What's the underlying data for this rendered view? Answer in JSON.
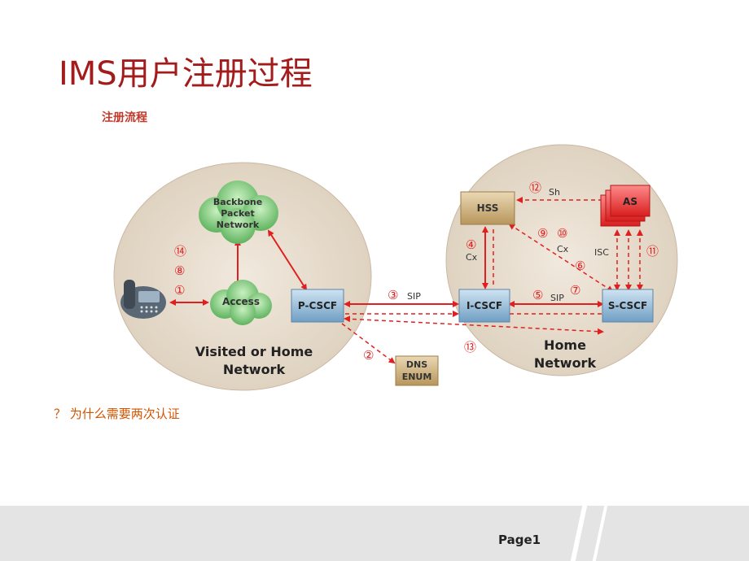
{
  "slide": {
    "title": "IMS用户注册过程",
    "subtitle": "注册流程",
    "question": "？ 为什么需要两次认证",
    "page_label": "Page1"
  },
  "diagram": {
    "visited_network": {
      "line1": "Visited or Home",
      "line2": "Network"
    },
    "home_network": {
      "line1": "Home",
      "line2": "Network"
    },
    "backbone": {
      "line1": "Backbone",
      "line2": "Packet",
      "line3": "Network"
    },
    "access": "Access",
    "pcscf": "P-CSCF",
    "icscf": "I-CSCF",
    "scscf": "S-CSCF",
    "hss": "HSS",
    "as": "AS",
    "dns": {
      "line1": "DNS",
      "line2": "ENUM"
    },
    "labels": {
      "sip1": "SIP",
      "sip2": "SIP",
      "cx1": "Cx",
      "cx2": "Cx",
      "sh": "Sh",
      "isc": "ISC"
    },
    "steps": {
      "s1": "①",
      "s2": "②",
      "s3": "③",
      "s4": "④",
      "s5": "⑤",
      "s6": "⑥",
      "s7": "⑦",
      "s8": "⑧",
      "s9": "⑨",
      "s10": "⑩",
      "s11": "⑪",
      "s12": "⑫",
      "s13": "⑬",
      "s14": "⑭"
    },
    "colors": {
      "arrow": "#e02020",
      "node_blue": "#8fb9d6",
      "node_tan": "#c8a870",
      "as_red": "#e83030",
      "cloud_green": "#7fc97f"
    }
  }
}
